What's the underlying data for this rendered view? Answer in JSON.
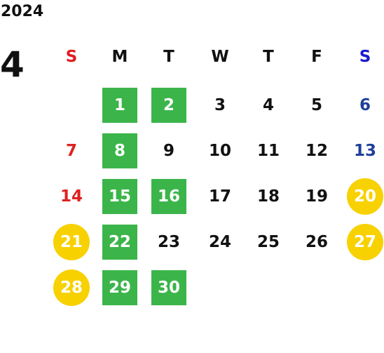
{
  "calendar": {
    "year": "2024",
    "month": "4",
    "weekdays": [
      "S",
      "M",
      "T",
      "W",
      "T",
      "F",
      "S"
    ],
    "weeks": [
      [
        "",
        "1",
        "2",
        "3",
        "4",
        "5",
        "6"
      ],
      [
        "7",
        "8",
        "9",
        "10",
        "11",
        "12",
        "13"
      ],
      [
        "14",
        "15",
        "16",
        "17",
        "18",
        "19",
        "20"
      ],
      [
        "21",
        "22",
        "23",
        "24",
        "25",
        "26",
        "27"
      ],
      [
        "28",
        "29",
        "30",
        "",
        "",
        "",
        ""
      ]
    ],
    "green_marked_days": [
      "1",
      "2",
      "8",
      "15",
      "16",
      "22",
      "29",
      "30"
    ],
    "yellow_marked_days": [
      "20",
      "21",
      "27",
      "28"
    ],
    "colors": {
      "sunday": "#e02020",
      "saturday": "#1f3f99",
      "green_mark": "#3bb54a",
      "yellow_mark": "#f8d100"
    }
  }
}
